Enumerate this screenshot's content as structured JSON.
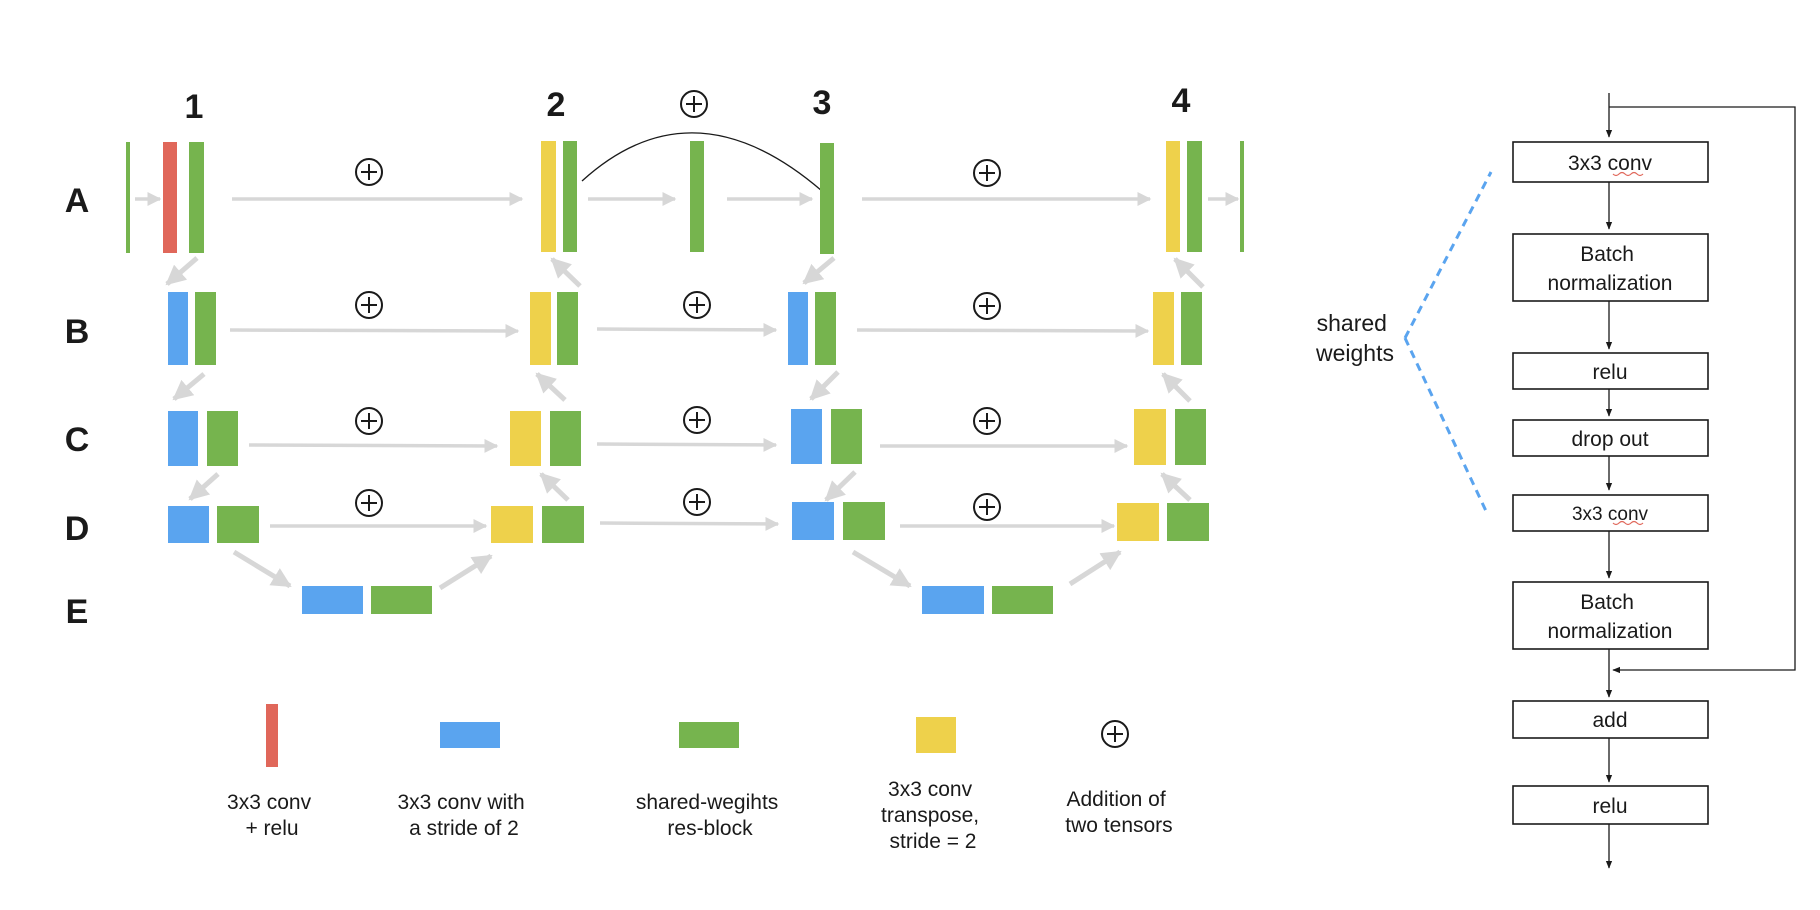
{
  "columns": [
    "1",
    "2",
    "3",
    "4"
  ],
  "rows": [
    "A",
    "B",
    "C",
    "D",
    "E"
  ],
  "add_symbol": "⊕",
  "colors": {
    "red": "#e0675a",
    "blue": "#5aa4ef",
    "green": "#76b44e",
    "yellow": "#eed14b",
    "arrow_gray": "#d7d7d7",
    "dash_blue": "#5aa4ef"
  },
  "legend": [
    {
      "kind": "red",
      "lines": [
        "3x3 conv",
        "+ relu"
      ]
    },
    {
      "kind": "blue",
      "lines": [
        "3x3 conv with",
        "a stride of 2"
      ]
    },
    {
      "kind": "green",
      "lines": [
        "shared-wegihts",
        "res-block"
      ]
    },
    {
      "kind": "yellow",
      "lines": [
        "3x3 conv",
        "transpose,",
        "stride = 2"
      ]
    },
    {
      "kind": "add",
      "lines": [
        "Addition of",
        "two tensors"
      ]
    }
  ],
  "resblock": {
    "steps": [
      {
        "lines": [
          "3x3 conv"
        ]
      },
      {
        "lines": [
          "Batch",
          "normalization"
        ]
      },
      {
        "lines": [
          "relu"
        ]
      },
      {
        "lines": [
          "drop out"
        ]
      },
      {
        "lines": [
          "3x3 conv"
        ]
      },
      {
        "lines": [
          "Batch",
          "normalization"
        ]
      },
      {
        "lines": [
          "add"
        ]
      },
      {
        "lines": [
          "relu"
        ]
      }
    ],
    "shared_label": [
      "shared",
      "weights"
    ]
  }
}
